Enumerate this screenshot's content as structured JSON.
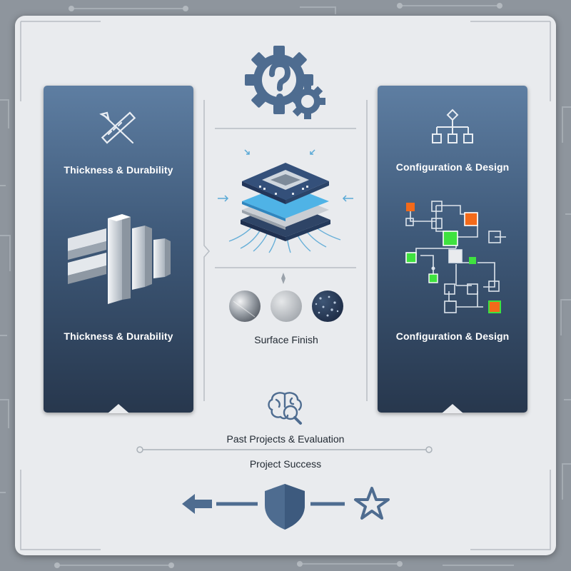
{
  "left_panel": {
    "top_label": "Thickness & Durability",
    "bottom_label": "Thickness & Durability"
  },
  "right_panel": {
    "top_label": "Configuration & Design",
    "bottom_label": "Configuration & Design"
  },
  "center": {
    "surface_label": "Surface Finish"
  },
  "bottom": {
    "past_projects_label": "Past Projects & Evaluation",
    "success_label": "Project Success"
  },
  "colors": {
    "panel_top": "#5e7ea2",
    "panel_bottom": "#27374d",
    "icon_blue": "#4e6c90",
    "accent_green": "#3fe23f",
    "accent_orange": "#f36a1a",
    "card_bg": "#e9ebee"
  },
  "icons": [
    "gear-question-icon",
    "ruler-tools-icon",
    "layered-blocks-icon",
    "chip-stack-icon",
    "flowchart-icon",
    "network-diagram-icon",
    "brain-magnifier-icon",
    "arrow-left-icon",
    "shield-icon",
    "star-icon"
  ]
}
